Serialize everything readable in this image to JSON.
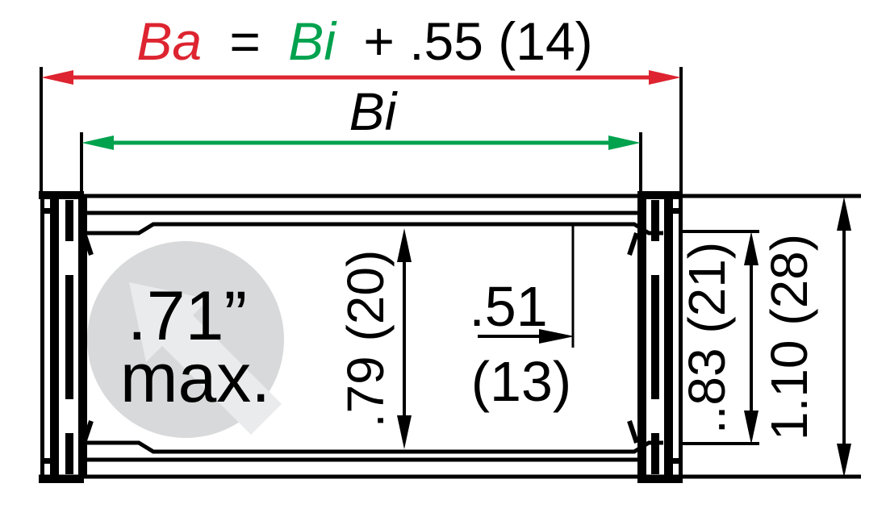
{
  "formula": {
    "ba": "Ba",
    "eq": "=",
    "bi": "Bi",
    "tail": "+ .55 (14)"
  },
  "inner_width_label": "Bi",
  "cable_diameter": {
    "value": ".71”",
    "qualifier": "max."
  },
  "dimensions": {
    "opening_height": ".79 (20)",
    "crossbar_offset_value": ".51",
    "crossbar_offset_metric": "(13)",
    "sidelink_height": "..83 (21)",
    "outer_height": "1.10 (28)"
  },
  "colors": {
    "red": "#dd2430",
    "green": "#00a24e",
    "black": "#000000",
    "watermark_circle": "#d8d9da",
    "watermark_arrow": "#eaebec",
    "background": "#ffffff"
  }
}
